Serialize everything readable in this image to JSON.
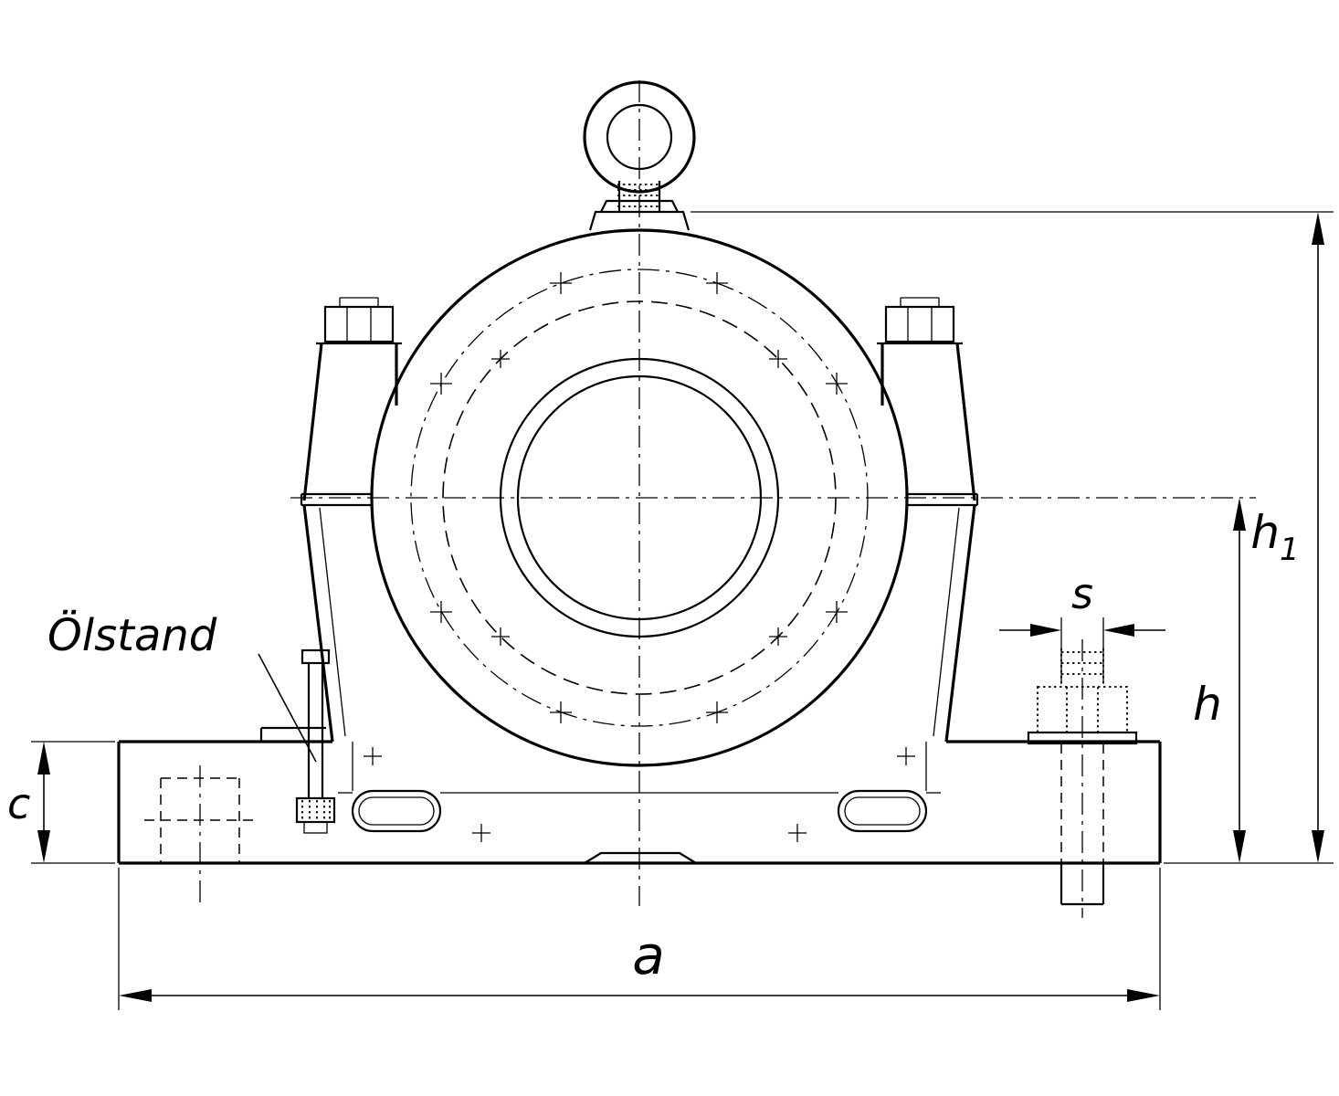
{
  "drawing": {
    "type": "engineering-dimension-drawing",
    "background": "#ffffff",
    "stroke_color": "#000000",
    "labels": {
      "oil_level": "Ölstand",
      "dim_width": "a",
      "dim_height_center": "h",
      "dim_height_total_base": "h",
      "dim_height_total_sub": "1",
      "dim_bolt_size": "s",
      "dim_base_height": "c"
    }
  }
}
